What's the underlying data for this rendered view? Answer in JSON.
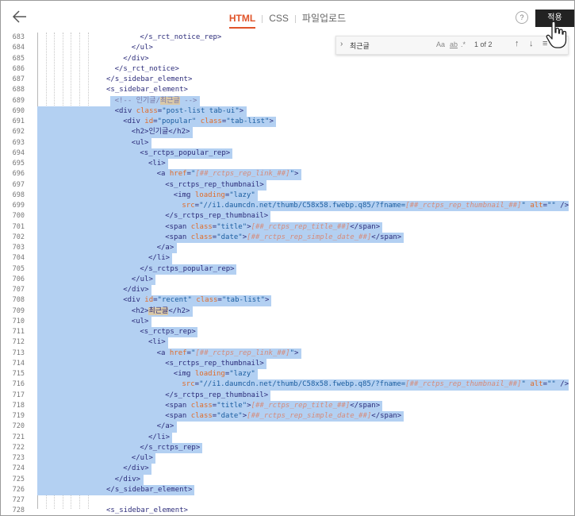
{
  "header": {
    "tabs": [
      {
        "label": "HTML",
        "active": true
      },
      {
        "label": "CSS",
        "active": false
      },
      {
        "label": "파일업로드",
        "active": false
      }
    ],
    "help_label": "?",
    "apply_label": "적용"
  },
  "find": {
    "query": "최근글",
    "opt_case": "Aa",
    "opt_word": "ab",
    "opt_regex": ".*",
    "count": "1 of 2"
  },
  "colors": {
    "accent": "#e0542a",
    "selection": "#b3d0f2",
    "apply_bg": "#222222"
  },
  "editor": {
    "lines": [
      {
        "n": "683",
        "indent": 4,
        "html": "&lt;/s_rct_notice_rep&gt;"
      },
      {
        "n": "684",
        "indent": 3,
        "html": "&lt;/ul&gt;"
      },
      {
        "n": "685",
        "indent": 2,
        "html": "&lt;/div&gt;"
      },
      {
        "n": "686",
        "indent": 1,
        "html": "&lt;/s_rct_notice&gt;"
      },
      {
        "n": "687",
        "indent": 0,
        "html": "&lt;/s_sidebar_element&gt;"
      },
      {
        "n": "688",
        "indent": 0,
        "html": "&lt;s_sidebar_element&gt;"
      },
      {
        "n": "689",
        "indent": 1,
        "html": "<span class=\"t-cm\">&lt;!-- 인기글/<span class=\"hl\">최근글</span> --&gt;</span>"
      },
      {
        "n": "690",
        "indent": 1,
        "html": "&lt;div <span class=\"t-attr\">class</span>=<span class=\"t-str\">\"post-list tab-ui\"</span>&gt;"
      },
      {
        "n": "691",
        "indent": 2,
        "html": "&lt;div <span class=\"t-attr\">id</span>=<span class=\"t-str\">\"popular\"</span> <span class=\"t-attr\">class</span>=<span class=\"t-str\">\"tab-list\"</span>&gt;"
      },
      {
        "n": "692",
        "indent": 3,
        "html": "&lt;h2&gt;인기글&lt;/h2&gt;"
      },
      {
        "n": "693",
        "indent": 3,
        "html": "&lt;ul&gt;"
      },
      {
        "n": "694",
        "indent": 4,
        "html": "&lt;s_rctps_popular_rep&gt;"
      },
      {
        "n": "695",
        "indent": 5,
        "html": "&lt;li&gt;"
      },
      {
        "n": "696",
        "indent": 6,
        "html": "&lt;a <span class=\"t-attr\">href</span>=<span class=\"t-str\">\"<span class=\"t-tpl\">[##_rctps_rep_link_##]</span>\"</span>&gt;"
      },
      {
        "n": "697",
        "indent": 7,
        "html": "&lt;s_rctps_rep_thumbnail&gt;"
      },
      {
        "n": "698",
        "indent": 8,
        "html": "&lt;img <span class=\"t-attr\">loading</span>=<span class=\"t-str\">\"lazy\"</span>"
      },
      {
        "n": "699",
        "indent": 9,
        "html": "<span class=\"t-attr\">src</span>=<span class=\"t-str\">\"//i1.daumcdn.net/thumb/C58x58.fwebp.q85/?fname=<span class=\"t-tpl\">[##_rctps_rep_thumbnail_##]</span>\"</span> <span class=\"t-attr\">alt</span>=<span class=\"t-str\">\"\"</span> /&gt;"
      },
      {
        "n": "700",
        "indent": 7,
        "html": "&lt;/s_rctps_rep_thumbnail&gt;"
      },
      {
        "n": "701",
        "indent": 7,
        "html": "&lt;span <span class=\"t-attr\">class</span>=<span class=\"t-str\">\"title\"</span>&gt;<span class=\"t-tpl\">[##_rctps_rep_title_##]</span>&lt;/span&gt;"
      },
      {
        "n": "702",
        "indent": 7,
        "html": "&lt;span <span class=\"t-attr\">class</span>=<span class=\"t-str\">\"date\"</span>&gt;<span class=\"t-tpl\">[##_rctps_rep_simple_date_##]</span>&lt;/span&gt;"
      },
      {
        "n": "703",
        "indent": 6,
        "html": "&lt;/a&gt;"
      },
      {
        "n": "704",
        "indent": 5,
        "html": "&lt;/li&gt;"
      },
      {
        "n": "705",
        "indent": 4,
        "html": "&lt;/s_rctps_popular_rep&gt;"
      },
      {
        "n": "706",
        "indent": 3,
        "html": "&lt;/ul&gt;"
      },
      {
        "n": "707",
        "indent": 2,
        "html": "&lt;/div&gt;"
      },
      {
        "n": "708",
        "indent": 2,
        "html": "&lt;div <span class=\"t-attr\">id</span>=<span class=\"t-str\">\"recent\"</span> <span class=\"t-attr\">class</span>=<span class=\"t-str\">\"tab-list\"</span>&gt;"
      },
      {
        "n": "709",
        "indent": 3,
        "html": "&lt;h2&gt;<span class=\"hl\">최근글</span>&lt;/h2&gt;"
      },
      {
        "n": "710",
        "indent": 3,
        "html": "&lt;ul&gt;"
      },
      {
        "n": "711",
        "indent": 4,
        "html": "&lt;s_rctps_rep&gt;"
      },
      {
        "n": "712",
        "indent": 5,
        "html": "&lt;li&gt;"
      },
      {
        "n": "713",
        "indent": 6,
        "html": "&lt;a <span class=\"t-attr\">href</span>=<span class=\"t-str\">\"<span class=\"t-tpl\">[##_rctps_rep_link_##]</span>\"</span>&gt;"
      },
      {
        "n": "714",
        "indent": 7,
        "html": "&lt;s_rctps_rep_thumbnail&gt;"
      },
      {
        "n": "715",
        "indent": 8,
        "html": "&lt;img <span class=\"t-attr\">loading</span>=<span class=\"t-str\">\"lazy\"</span>"
      },
      {
        "n": "716",
        "indent": 9,
        "html": "<span class=\"t-attr\">src</span>=<span class=\"t-str\">\"//i1.daumcdn.net/thumb/C58x58.fwebp.q85/?fname=<span class=\"t-tpl\">[##_rctps_rep_thumbnail_##]</span>\"</span> <span class=\"t-attr\">alt</span>=<span class=\"t-str\">\"\"</span> /&gt;"
      },
      {
        "n": "717",
        "indent": 7,
        "html": "&lt;/s_rctps_rep_thumbnail&gt;"
      },
      {
        "n": "718",
        "indent": 7,
        "html": "&lt;span <span class=\"t-attr\">class</span>=<span class=\"t-str\">\"title\"</span>&gt;<span class=\"t-tpl\">[##_rctps_rep_title_##]</span>&lt;/span&gt;"
      },
      {
        "n": "719",
        "indent": 7,
        "html": "&lt;span <span class=\"t-attr\">class</span>=<span class=\"t-str\">\"date\"</span>&gt;<span class=\"t-tpl\">[##_rctps_rep_simple_date_##]</span>&lt;/span&gt;"
      },
      {
        "n": "720",
        "indent": 6,
        "html": "&lt;/a&gt;"
      },
      {
        "n": "721",
        "indent": 5,
        "html": "&lt;/li&gt;"
      },
      {
        "n": "722",
        "indent": 4,
        "html": "&lt;/s_rctps_rep&gt;"
      },
      {
        "n": "723",
        "indent": 3,
        "html": "&lt;/ul&gt;"
      },
      {
        "n": "724",
        "indent": 2,
        "html": "&lt;/div&gt;"
      },
      {
        "n": "725",
        "indent": 1,
        "html": "&lt;/div&gt;"
      },
      {
        "n": "726",
        "indent": 0,
        "html": "&lt;/s_sidebar_element&gt;"
      },
      {
        "n": "727",
        "indent": 0,
        "html": ""
      },
      {
        "n": "728",
        "indent": 0,
        "html": "&lt;s_sidebar_element&gt;"
      }
    ],
    "selection": {
      "from_line": "689",
      "to_line": "726"
    }
  }
}
